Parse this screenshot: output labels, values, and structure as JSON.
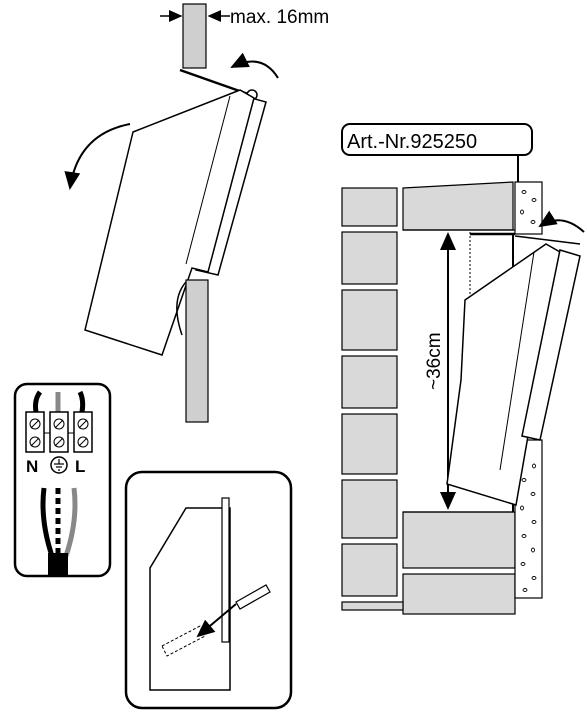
{
  "labels": {
    "max_depth": "max. 16mm",
    "article_number": "Art.-Nr.925250",
    "height": "~36cm",
    "terminal_n": "N",
    "terminal_l": "L"
  },
  "icons": [
    "earth-ground-icon",
    "screw-terminal-icon",
    "rotation-arrow-icon"
  ],
  "colors": {
    "line": "#000000",
    "wall_gray": "#d9d9d9",
    "panel_gray": "#cfcfcf",
    "white": "#ffffff"
  }
}
